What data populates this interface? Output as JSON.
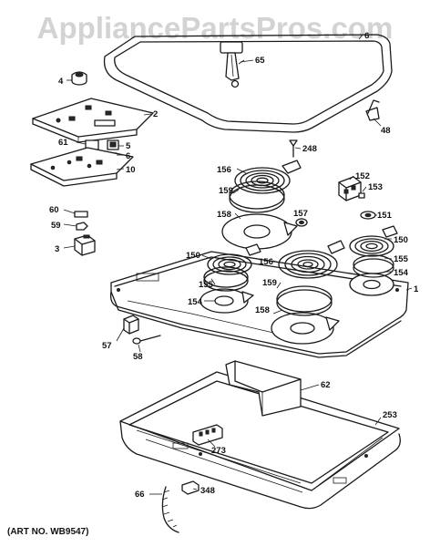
{
  "watermark": "AppliancePartsPros.com",
  "art_number": "(ART NO. WB9547)",
  "callouts": {
    "c6": "6",
    "c65": "65",
    "c4": "4",
    "c2": "2",
    "c48": "48",
    "c61": "61",
    "c5": "5",
    "c6b": "6",
    "c10": "10",
    "c248": "248",
    "c156a": "156",
    "c159a": "159",
    "c152": "152",
    "c153": "153",
    "c60": "60",
    "c59": "59",
    "c158a": "158",
    "c157": "157",
    "c151": "151",
    "c3": "3",
    "c150a": "150",
    "c150b": "150",
    "c155a": "155",
    "c156b": "156",
    "c155b": "155",
    "c154a": "154",
    "c159b": "159",
    "c154b": "154",
    "c1": "1",
    "c158b": "158",
    "c57": "57",
    "c58": "58",
    "c62": "62",
    "c253": "253",
    "c273": "273",
    "c66": "66",
    "c348": "348"
  }
}
